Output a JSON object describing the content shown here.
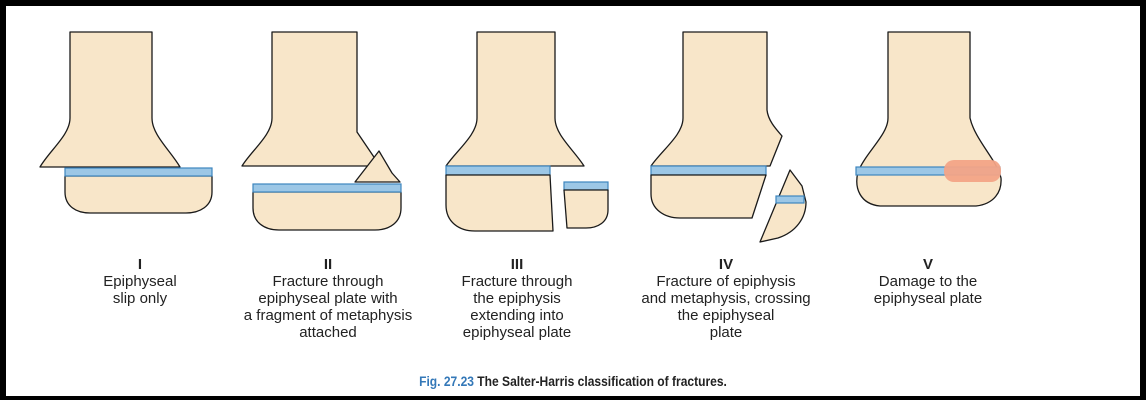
{
  "types": [
    {
      "numeral": "I",
      "description": "Epiphyseal\nslip only"
    },
    {
      "numeral": "II",
      "description": "Fracture through\nepiphyseal plate with\na fragment of metaphysis\nattached"
    },
    {
      "numeral": "III",
      "description": "Fracture through\nthe epiphysis\nextending into\nepiphyseal plate"
    },
    {
      "numeral": "IV",
      "description": "Fracture of epiphysis\nand metaphysis, crossing\nthe epiphyseal\nplate"
    },
    {
      "numeral": "V",
      "description": "Damage to the\nepiphyseal plate"
    }
  ],
  "caption": {
    "figure_number": "Fig. 27.23",
    "text": "The Salter-Harris classification of fractures."
  },
  "colors": {
    "bone": "#f8e6c9",
    "growth_plate": "#9cc7e6",
    "damage": "#f3a487",
    "figure_number": "#3478b8"
  }
}
